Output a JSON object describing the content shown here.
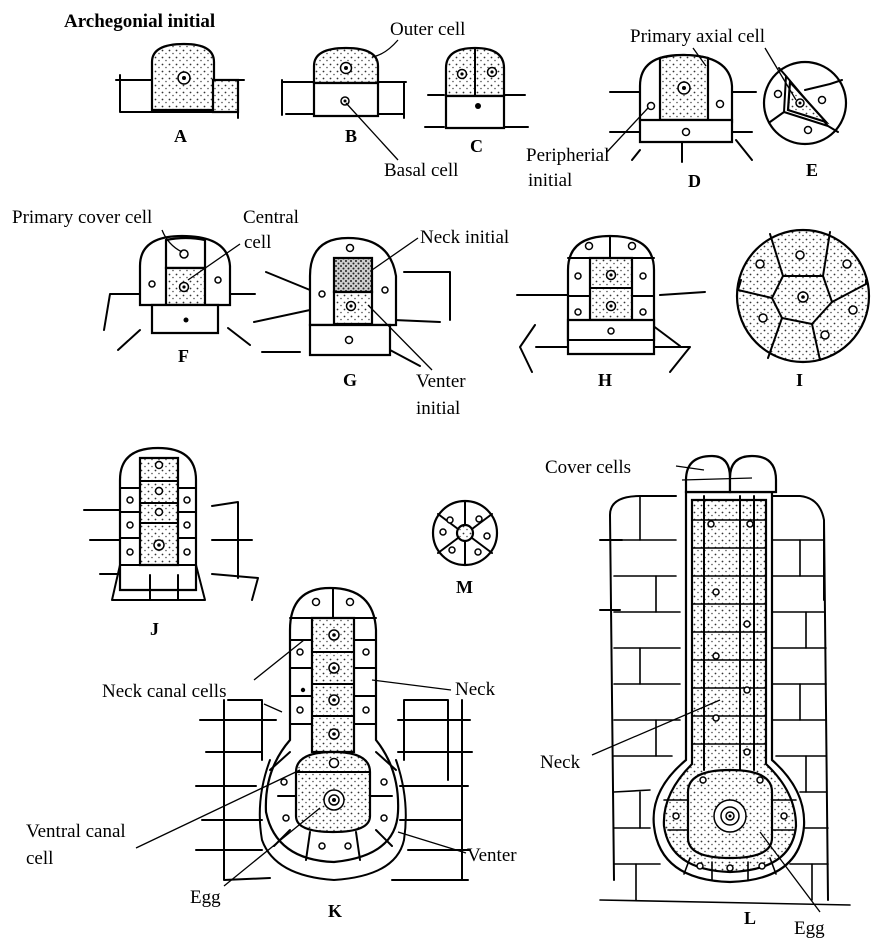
{
  "title": "Archegonial initial",
  "labels": {
    "outer_cell": "Outer cell",
    "basal_cell": "Basal cell",
    "primary_axial_cell": "Primary axial cell",
    "peripherial_initial_1": "Peripherial",
    "peripherial_initial_2": "initial",
    "primary_cover_cell": "Primary cover cell",
    "central_cell_1": "Central",
    "central_cell_2": "cell",
    "neck_initial": "Neck initial",
    "venter_initial_1": "Venter",
    "venter_initial_2": "initial",
    "cover_cells": "Cover cells",
    "neck_canal_cells": "Neck canal cells",
    "neck_k": "Neck",
    "neck_l": "Neck",
    "ventral_canal_cell_1": "Ventral canal",
    "ventral_canal_cell_2": "cell",
    "venter": "Venter",
    "egg_k": "Egg",
    "egg_l": "Egg"
  },
  "figures": [
    "A",
    "B",
    "C",
    "D",
    "E",
    "F",
    "G",
    "H",
    "I",
    "J",
    "K",
    "L",
    "M"
  ]
}
